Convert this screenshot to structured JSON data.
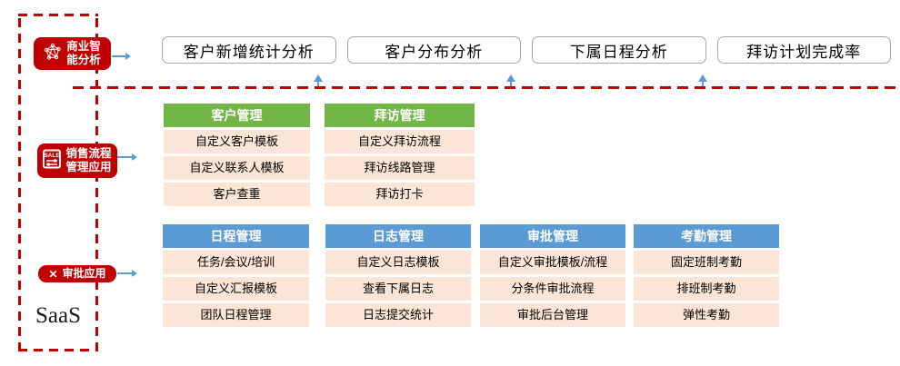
{
  "saas_label": "SaaS",
  "left_labels": [
    {
      "id": "business-intelligence",
      "icon": "network-icon",
      "lines": [
        "商业智",
        "能分析"
      ]
    },
    {
      "id": "sales-process",
      "icon": "sale-tag-icon",
      "lines": [
        "销售流程",
        "管理应用"
      ]
    },
    {
      "id": "approval-app",
      "icon": "x-mark-icon",
      "lines": [
        "审批应用"
      ]
    }
  ],
  "top_boxes": [
    "客户新增统计分析",
    "客户分布分析",
    "下属日程分析",
    "拜访计划完成率"
  ],
  "tables": {
    "green": [
      {
        "header": "客户管理",
        "rows": [
          "自定义客户模板",
          "自定义联系人模板",
          "客户查重"
        ]
      },
      {
        "header": "拜访管理",
        "rows": [
          "自定义拜访流程",
          "拜访线路管理",
          "拜访打卡"
        ]
      }
    ],
    "blue": [
      {
        "header": "日程管理",
        "rows": [
          "任务/会议/培训",
          "自定义汇报模板",
          "团队日程管理"
        ]
      },
      {
        "header": "日志管理",
        "rows": [
          "自定义日志模板",
          "查看下属日志",
          "日志提交统计"
        ]
      },
      {
        "header": "审批管理",
        "rows": [
          "自定义审批模板/流程",
          "分条件审批流程",
          "审批后台管理"
        ]
      },
      {
        "header": "考勤管理",
        "rows": [
          "固定班制考勤",
          "排班制考勤",
          "弹性考勤"
        ]
      }
    ]
  },
  "icons": {
    "x_mark": "✕",
    "sale_text": "SALE"
  },
  "colors": {
    "red": "#c00000",
    "green_header": "#72b648",
    "blue_header": "#5b9bd5",
    "row_peach": "#fbe5d6",
    "arrow_blue": "#5b9bd5",
    "box_border_gray": "#a6a6a6"
  }
}
